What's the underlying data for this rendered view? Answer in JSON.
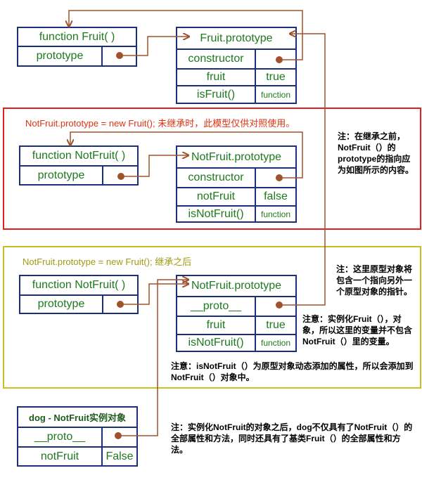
{
  "fruit_section": {
    "ctor_box": {
      "title": "function Fruit( )",
      "prop_label": "prototype"
    },
    "proto_box": {
      "title": "Fruit.prototype",
      "rows": [
        {
          "key": "constructor",
          "value": ""
        },
        {
          "key": "fruit",
          "value": "true"
        },
        {
          "key": "isFruit()",
          "value": "function"
        }
      ]
    }
  },
  "before_section": {
    "title": "NotFruit.prototype = new Fruit(); 未继承时，此模型仅供对照使用。",
    "ctor_box": {
      "title": "function NotFruit( )",
      "prop_label": "prototype"
    },
    "proto_box": {
      "title": "NotFruit.prototype",
      "rows": [
        {
          "key": "constructor",
          "value": ""
        },
        {
          "key": "notFruit",
          "value": "false"
        },
        {
          "key": "isNotFruit()",
          "value": "function"
        }
      ]
    },
    "note": "注：在继承之前，NotFruit（）的prototype的指向应为如图所示的内容。"
  },
  "after_section": {
    "title": "NotFruit.prototype = new Fruit(); 继承之后",
    "ctor_box": {
      "title": "function NotFruit( )",
      "prop_label": "prototype"
    },
    "proto_box": {
      "title": "NotFruit.prototype",
      "rows": [
        {
          "key": "__proto__",
          "value": ""
        },
        {
          "key": "fruit",
          "value": "true"
        },
        {
          "key": "isNotFruit()",
          "value": "function"
        }
      ]
    },
    "note_proto": "注：这里原型对象将包含一个指向另外一个原型对象的指针。",
    "note_instance": "注意：实例化Fruit（），对象，所以这里的变量并不包含NotFruit（）里的变量。",
    "note_dynamic": "注意：isNotFruit（）为原型对象动态添加的属性，所以会添加到NotFruit（）对象中。"
  },
  "dog_section": {
    "box": {
      "title": "dog - NotFruit实例对象",
      "rows": [
        {
          "key": "__proto__",
          "value": ""
        },
        {
          "key": "notFruit",
          "value": "False"
        }
      ]
    },
    "note": "注：实例化NotFruit的对象之后，dog不仅具有了NotFruit（）的全部属性和方法，同时还具有了基类Fruit（）的全部属性和方法。"
  },
  "colors": {
    "box_border": "#1c2f7a",
    "cell_text": "#1e7a1e",
    "arrow": "#a0522d",
    "red_frame": "#e02020",
    "yellow_frame": "#c8c020"
  }
}
